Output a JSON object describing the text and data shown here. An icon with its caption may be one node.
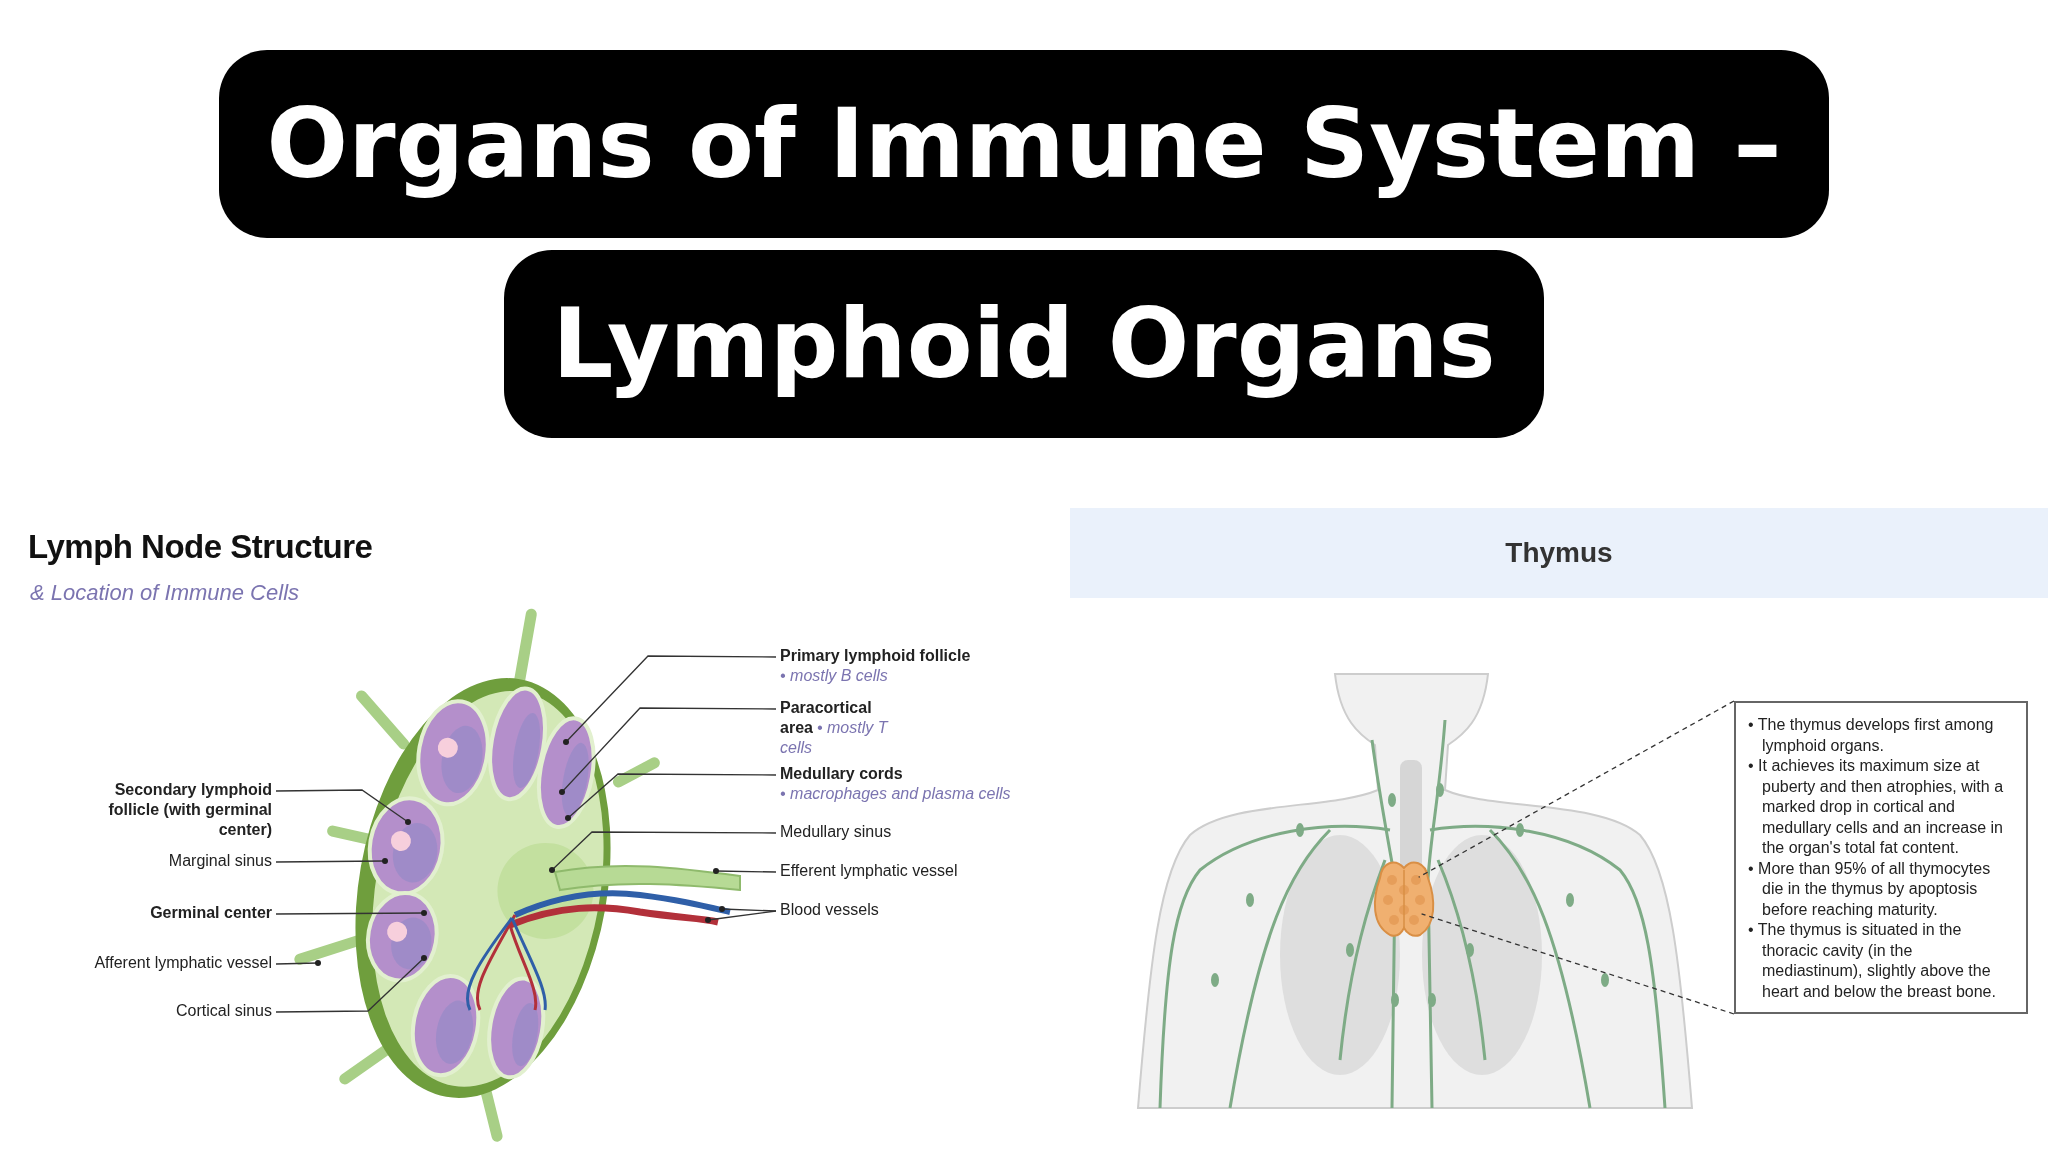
{
  "diagram": {
    "title": "Organs of Immune System – Lymphoid Organs",
    "nodes": [
      {
        "text": [
          "Secondary lymphoid follicle (with germinal center)"
        ]
      },
      {
        "text": [
          "Marginal sinus"
        ]
      },
      {
        "text": [
          "Germinal center"
        ]
      },
      {
        "text": [
          "Afferent lymphatic vessel"
        ]
      },
      {
        "text": [
          "Cortical sinus"
        ]
      },
      {
        "text": [
          "Primary lymphoid follicle",
          "• mostly B cells"
        ]
      },
      {
        "text": [
          "Paracortical area",
          "• mostly T cells"
        ]
      },
      {
        "text": [
          "Medullary cords",
          "• macrophages and plasma cells"
        ]
      },
      {
        "text": [
          "Medullary sinus"
        ]
      },
      {
        "text": [
          "Efferent lymphatic vessel"
        ]
      },
      {
        "text": [
          "Blood vessels"
        ]
      },
      {
        "text": [
          "Thymus"
        ]
      },
      {
        "text": [],
        "shape": "picture"
      },
      {
        "text": [
          "• The thymus develops first among lymphoid organs.",
          "• It achieves its maximum size at puberty and then atrophies, with a marked drop in cortical and medullary cells and an increase in the organ's total fat content.",
          "• More than 95% of all thymocytes die in the thymus by apoptosis before reaching maturity.",
          "• The thymus is situated in the thoracic cavity (in the mediastinum), slightly above the heart and below the breast bone."
        ]
      }
    ],
    "edges": [
      {
        "from": 0,
        "to": null,
        "arrow": "other"
      },
      {
        "from": 1,
        "to": null,
        "arrow": "other"
      },
      {
        "from": 2,
        "to": null,
        "arrow": "other"
      },
      {
        "from": 3,
        "to": null,
        "arrow": "other"
      },
      {
        "from": 4,
        "to": null,
        "arrow": "other"
      },
      {
        "from": 5,
        "to": null,
        "arrow": "other"
      },
      {
        "from": 6,
        "to": null,
        "arrow": "other"
      },
      {
        "from": 7,
        "to": null,
        "arrow": "other"
      },
      {
        "from": 8,
        "to": null,
        "arrow": "other"
      },
      {
        "from": 9,
        "to": null,
        "arrow": "other"
      },
      {
        "from": 10,
        "to": null,
        "arrow": "other"
      },
      {
        "from": 10,
        "to": null,
        "arrow": "other"
      },
      {
        "from": 13,
        "to": 12,
        "arrow": "none",
        "style": "dashed"
      },
      {
        "from": 13,
        "to": 12,
        "arrow": "none",
        "style": "dashed"
      }
    ],
    "labels": [
      "Lymph Node Structure",
      "& Location of Immune Cells"
    ]
  }
}
